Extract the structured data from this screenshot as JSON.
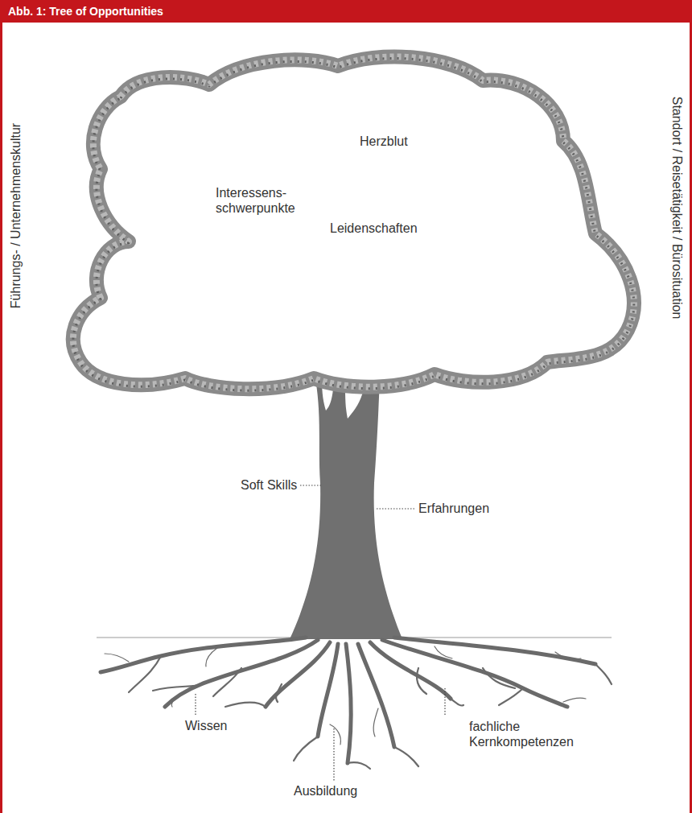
{
  "diagram": {
    "title": "Abb. 1: Tree of Opportunities",
    "nodes": [
      {
        "text": [
          "Herzblut",
          "Interessens- schwerpunkte",
          "Leidenschaften"
        ]
      }
    ],
    "labels": [
      "Führungs- / Unternehmenskultur",
      "Standort / Reisetätigkeit / Bürosituation",
      "Soft Skills",
      "Erfahrungen",
      "Wissen",
      "fachliche Kernkompetenzen",
      "Ausbildung"
    ]
  }
}
